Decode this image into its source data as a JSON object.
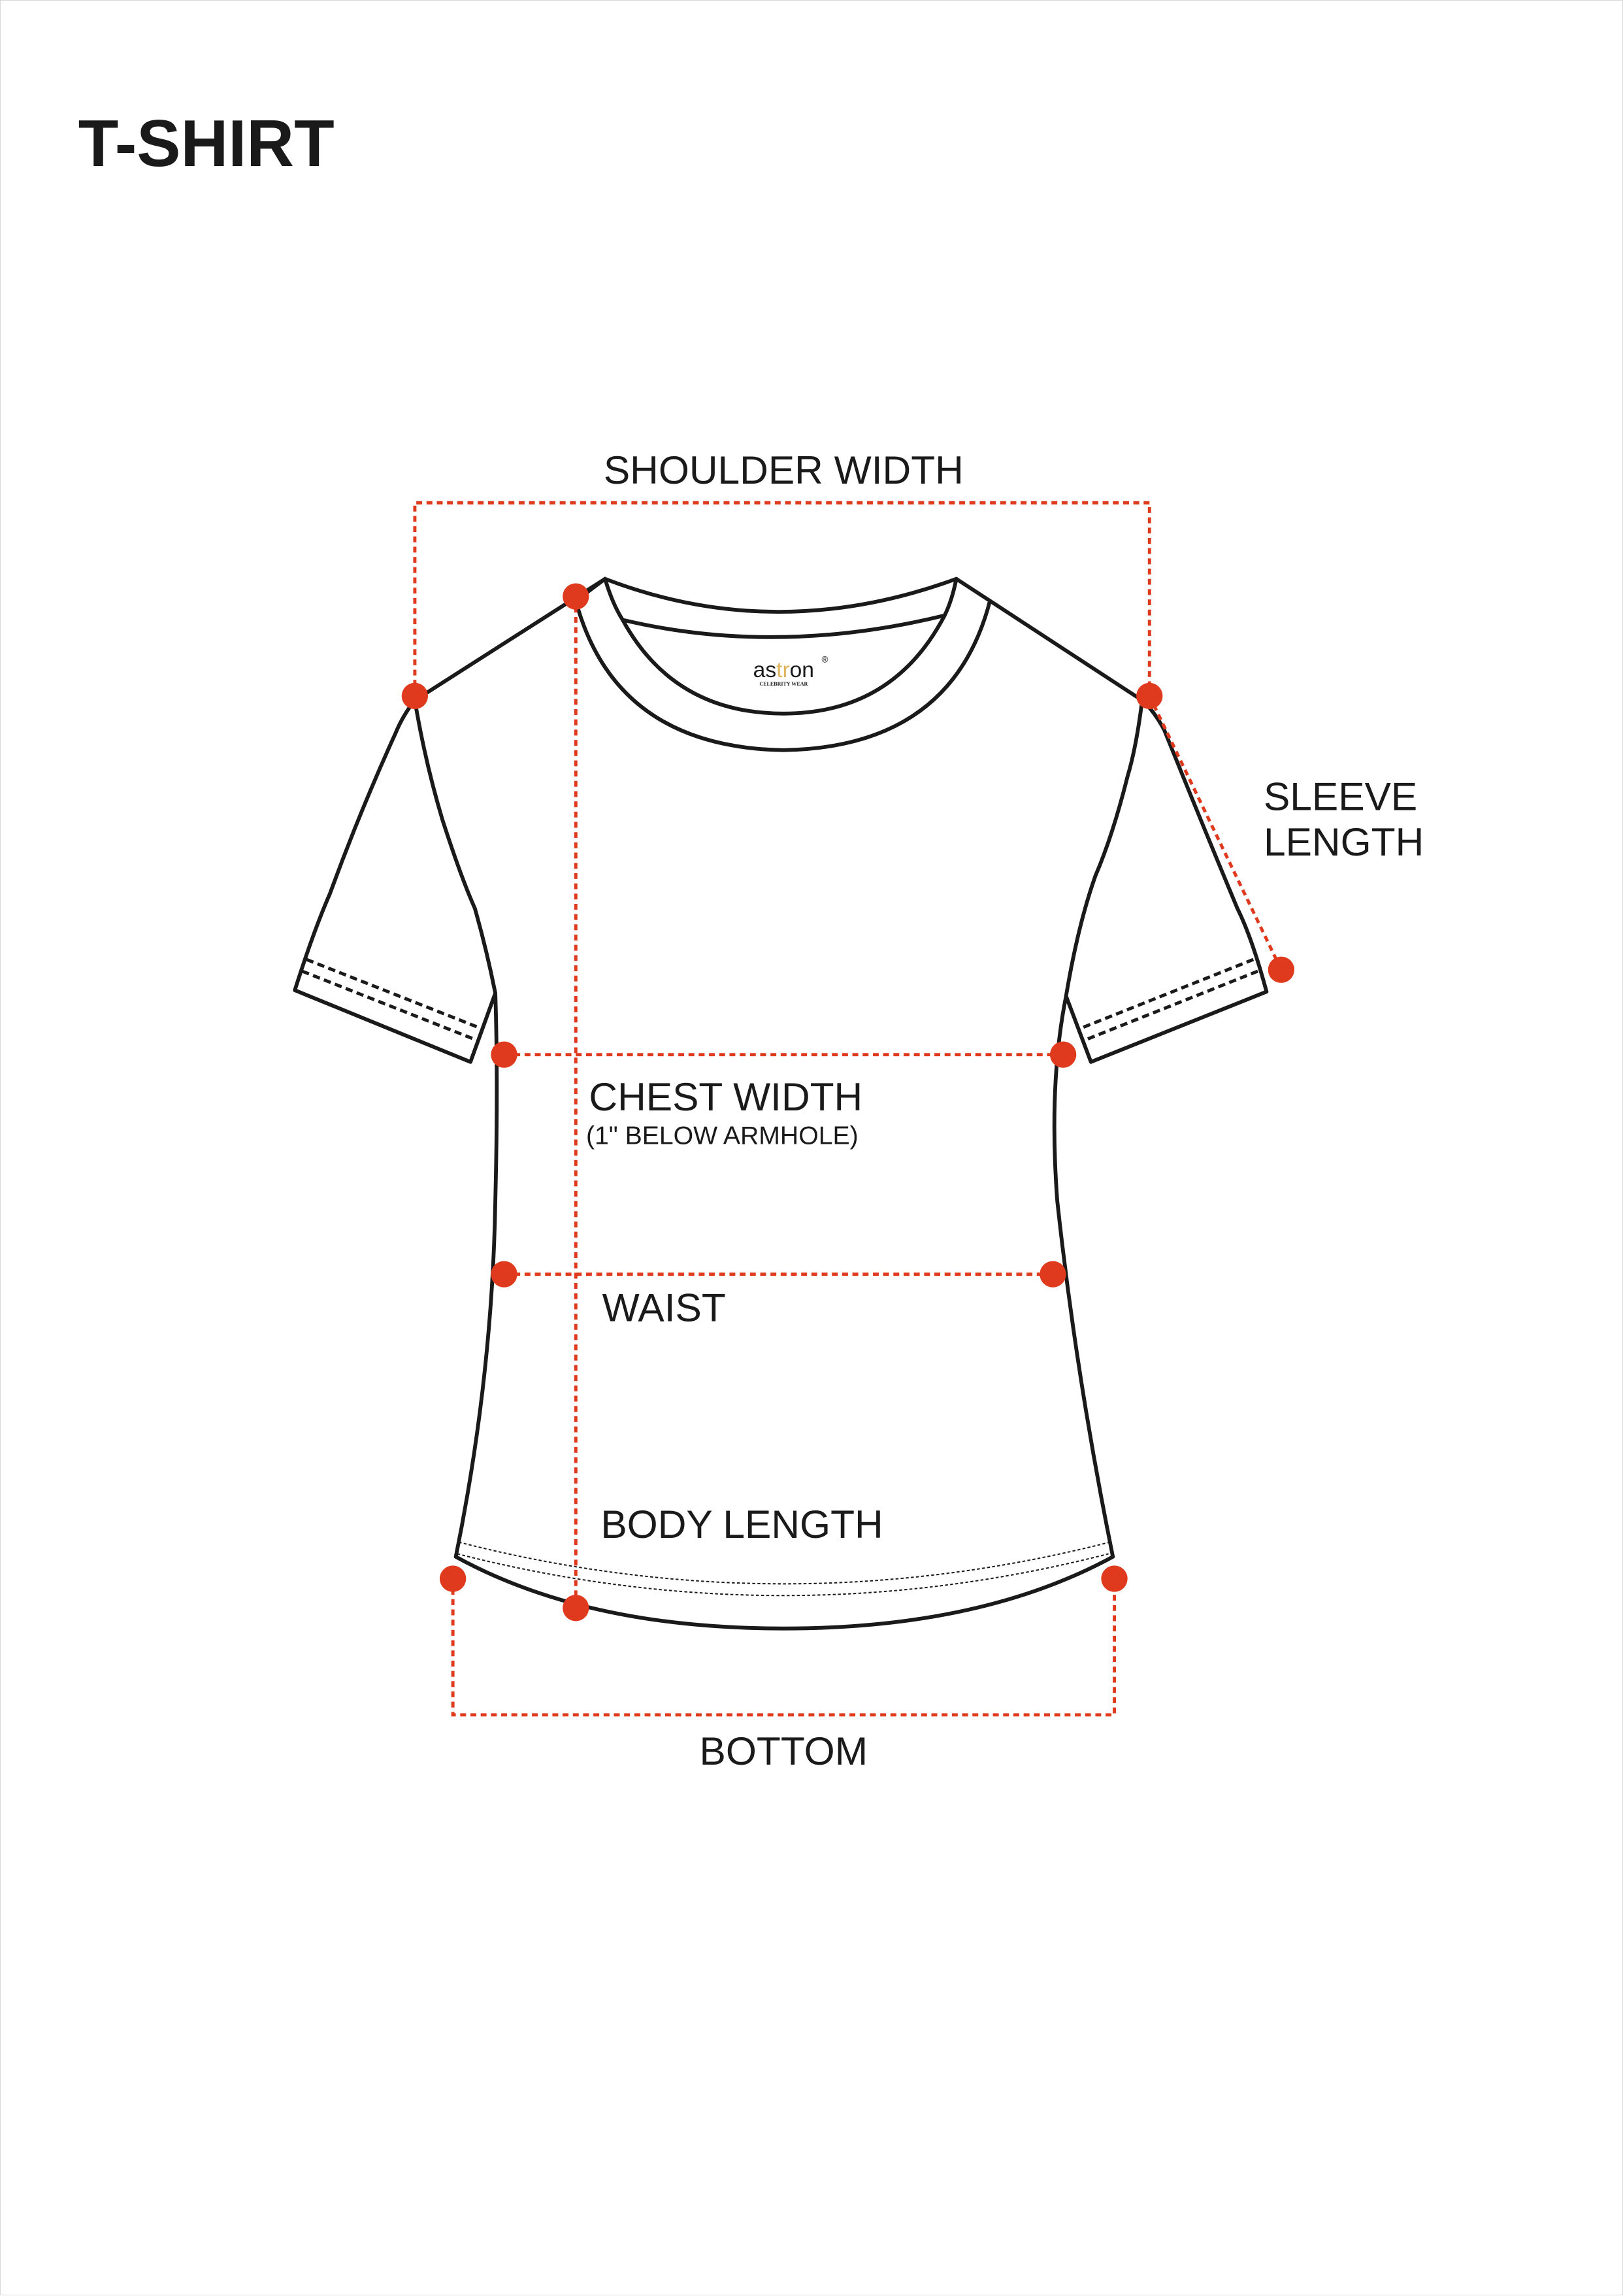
{
  "title": "T-SHIRT",
  "brand": {
    "name": "astron",
    "tagline": "CELEBRITY WEAR",
    "registered": "®"
  },
  "colors": {
    "measure": "#e03a1e",
    "outline": "#1a1a1a",
    "logo_accent": "#e0b25a"
  },
  "measurements": {
    "shoulder_width": "SHOULDER WIDTH",
    "sleeve_length_line1": "SLEEVE",
    "sleeve_length_line2": "LENGTH",
    "chest_width": "CHEST WIDTH",
    "chest_note": "(1\" BELOW ARMHOLE)",
    "waist": "WAIST",
    "body_length": "BODY LENGTH",
    "bottom": "BOTTOM"
  }
}
